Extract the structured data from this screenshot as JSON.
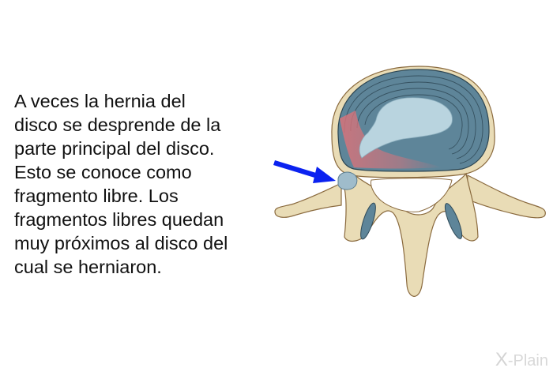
{
  "caption": {
    "lines": [
      "A veces la hernia del",
      "disco se desprende de la",
      "parte principal del disco.",
      "Esto se conoce como",
      "fragmento libre. Los",
      "fragmentos libres quedan",
      "muy próximos al disco del",
      "cual se herniaron."
    ]
  },
  "illustration": {
    "subject": "vertebra-with-herniated-disc-free-fragment",
    "arrow_color": "#0b22f0",
    "disc_color": "#5e8599",
    "nucleus_color": "#b9d4df",
    "bone_color": "#e9dcb6",
    "inflamed_color": "#d9737a"
  },
  "logo": {
    "mark": "X",
    "text": "-Plain"
  }
}
